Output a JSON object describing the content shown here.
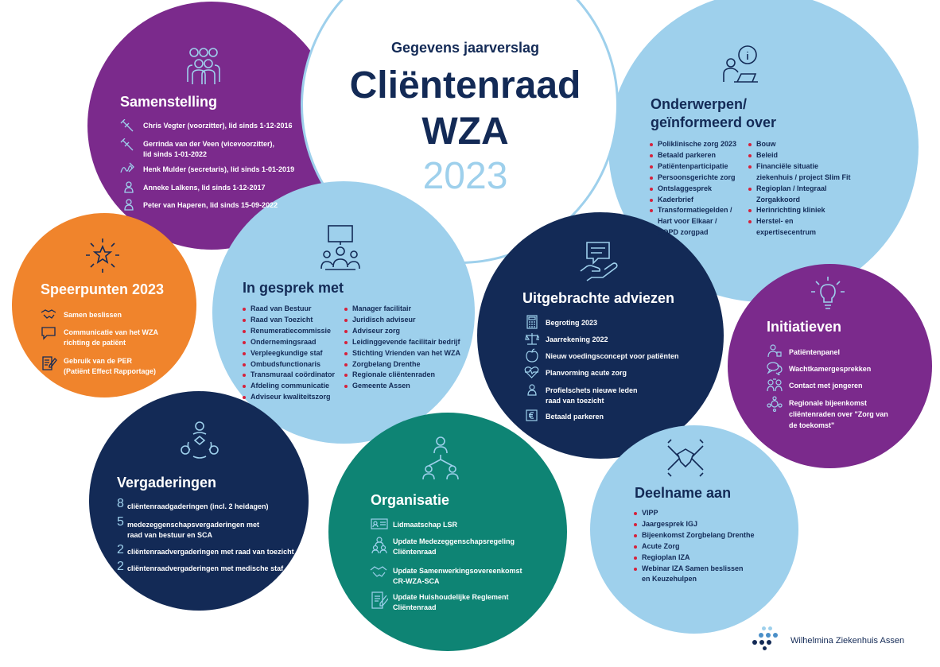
{
  "title": {
    "subtitle": "Gegevens jaarverslag",
    "line1": "Cliëntenraad",
    "line2": "WZA",
    "year": "2023"
  },
  "samenstelling": {
    "heading": "Samenstelling",
    "items": [
      {
        "text": "Chris Vegter (voorzitter), lid sinds 1-12-2016",
        "icon": "gavel-icon"
      },
      {
        "text": "Gerrinda van der Veen (vicevoorzitter),",
        "text2": "lid sinds 1-01-2022",
        "icon": "gavel-icon"
      },
      {
        "text": "Henk Mulder (secretaris), lid sinds 1-01-2019",
        "icon": "signature-icon"
      },
      {
        "text": "Anneke Lalkens, lid sinds 1-12-2017",
        "icon": "person-icon"
      },
      {
        "text": "Peter van Haperen, lid sinds 15-09-2022",
        "icon": "person-icon"
      }
    ]
  },
  "onderwerpen": {
    "heading1": "Onderwerpen/",
    "heading2": "geïnformeerd over",
    "col1": [
      "Poliklinische zorg 2023",
      "Betaald parkeren",
      "Patiëntenparticipatie",
      "Persoonsgerichte zorg",
      "Ontslaggesprek",
      "Kaderbrief",
      "Transformatiegelden /",
      "Hart voor Elkaar /",
      "COPD zorgpad"
    ],
    "col2": [
      "Bouw",
      "Beleid",
      "Financiële situatie",
      "ziekenhuis / project Slim Fit",
      "Regioplan / Integraal",
      "Zorgakkoord",
      "Herinrichting kliniek",
      "Herstel- en",
      "expertisecentrum"
    ]
  },
  "speerpunten": {
    "heading": "Speerpunten 2023",
    "items": [
      {
        "text": "Samen beslissen"
      },
      {
        "text": "Communicatie van het WZA",
        "text2": "richting de patiënt"
      },
      {
        "text": "Gebruik van de PER",
        "text2": "(Patiënt Effect Rapportage)"
      }
    ]
  },
  "gesprek": {
    "heading": "In gesprek met",
    "col1": [
      "Raad van Bestuur",
      "Raad van Toezicht",
      "Renumeratiecommissie",
      "Ondernemingsraad",
      "Verpleegkundige staf",
      "Ombudsfunctionaris",
      "Transmuraal coördinator",
      "Afdeling communicatie",
      "Adviseur kwaliteitszorg"
    ],
    "col2": [
      "Manager facilitair",
      "Juridisch adviseur",
      "Adviseur zorg",
      "Leidinggevende facilitair bedrijf",
      "Stichting Vrienden van het WZA",
      "Zorgbelang Drenthe",
      "Regionale cliëntenraden",
      "Gemeente Assen"
    ]
  },
  "adviezen": {
    "heading": "Uitgebrachte adviezen",
    "items": [
      {
        "text": "Begroting 2023"
      },
      {
        "text": "Jaarrekening 2022"
      },
      {
        "text": "Nieuw voedingsconcept voor patiënten"
      },
      {
        "text": "Planvorming acute zorg"
      },
      {
        "text": "Profielschets nieuwe leden",
        "text2": "raad van toezicht"
      },
      {
        "text": "Betaald parkeren"
      }
    ]
  },
  "initiatieven": {
    "heading": "Initiatieven",
    "items": [
      {
        "text": "Patiëntenpanel"
      },
      {
        "text": "Wachtkamergesprekken"
      },
      {
        "text": "Contact met jongeren"
      },
      {
        "text": "Regionale bijeenkomst",
        "text2": "cliëntenraden over \"Zorg van",
        "text3": "de toekomst\""
      }
    ]
  },
  "vergaderingen": {
    "heading": "Vergaderingen",
    "items": [
      {
        "num": "8",
        "text": "cliëntenraadgaderingen (incl. 2 heidagen)"
      },
      {
        "num": "5",
        "text": "medezeggenschapsvergaderingen met",
        "text2": "raad van bestuur en SCA"
      },
      {
        "num": "2",
        "text": "cliëntenraadvergaderingen met raad van toezicht"
      },
      {
        "num": "2",
        "text": "cliëntenraadvergaderingen met medische staf"
      }
    ]
  },
  "organisatie": {
    "heading": "Organisatie",
    "items": [
      {
        "text": "Lidmaatschap LSR"
      },
      {
        "text": "Update Medezeggenschapsregeling",
        "text2": "Cliëntenraad"
      },
      {
        "text": "Update Samenwerkingsovereenkomst",
        "text2": "CR-WZA-SCA"
      },
      {
        "text": "Update Huishoudelijke Reglement",
        "text2": "Cliëntenraad"
      }
    ]
  },
  "deelname": {
    "heading": "Deelname aan",
    "items": [
      "VIPP",
      "Jaargesprek IGJ",
      "Bijeenkomst Zorgbelang Drenthe",
      "Acute Zorg",
      "Regioplan IZA",
      "Webinar IZA Samen beslissen",
      "en Keuzehulpen"
    ]
  },
  "footer": {
    "logo_text": "Wilhelmina Ziekenhuis Assen"
  },
  "colors": {
    "purple": "#7b2a8c",
    "navy": "#132a56",
    "lightblue": "#9ed0ec",
    "orange": "#f0842c",
    "teal": "#0e8474",
    "bullet": "#d6213b"
  }
}
